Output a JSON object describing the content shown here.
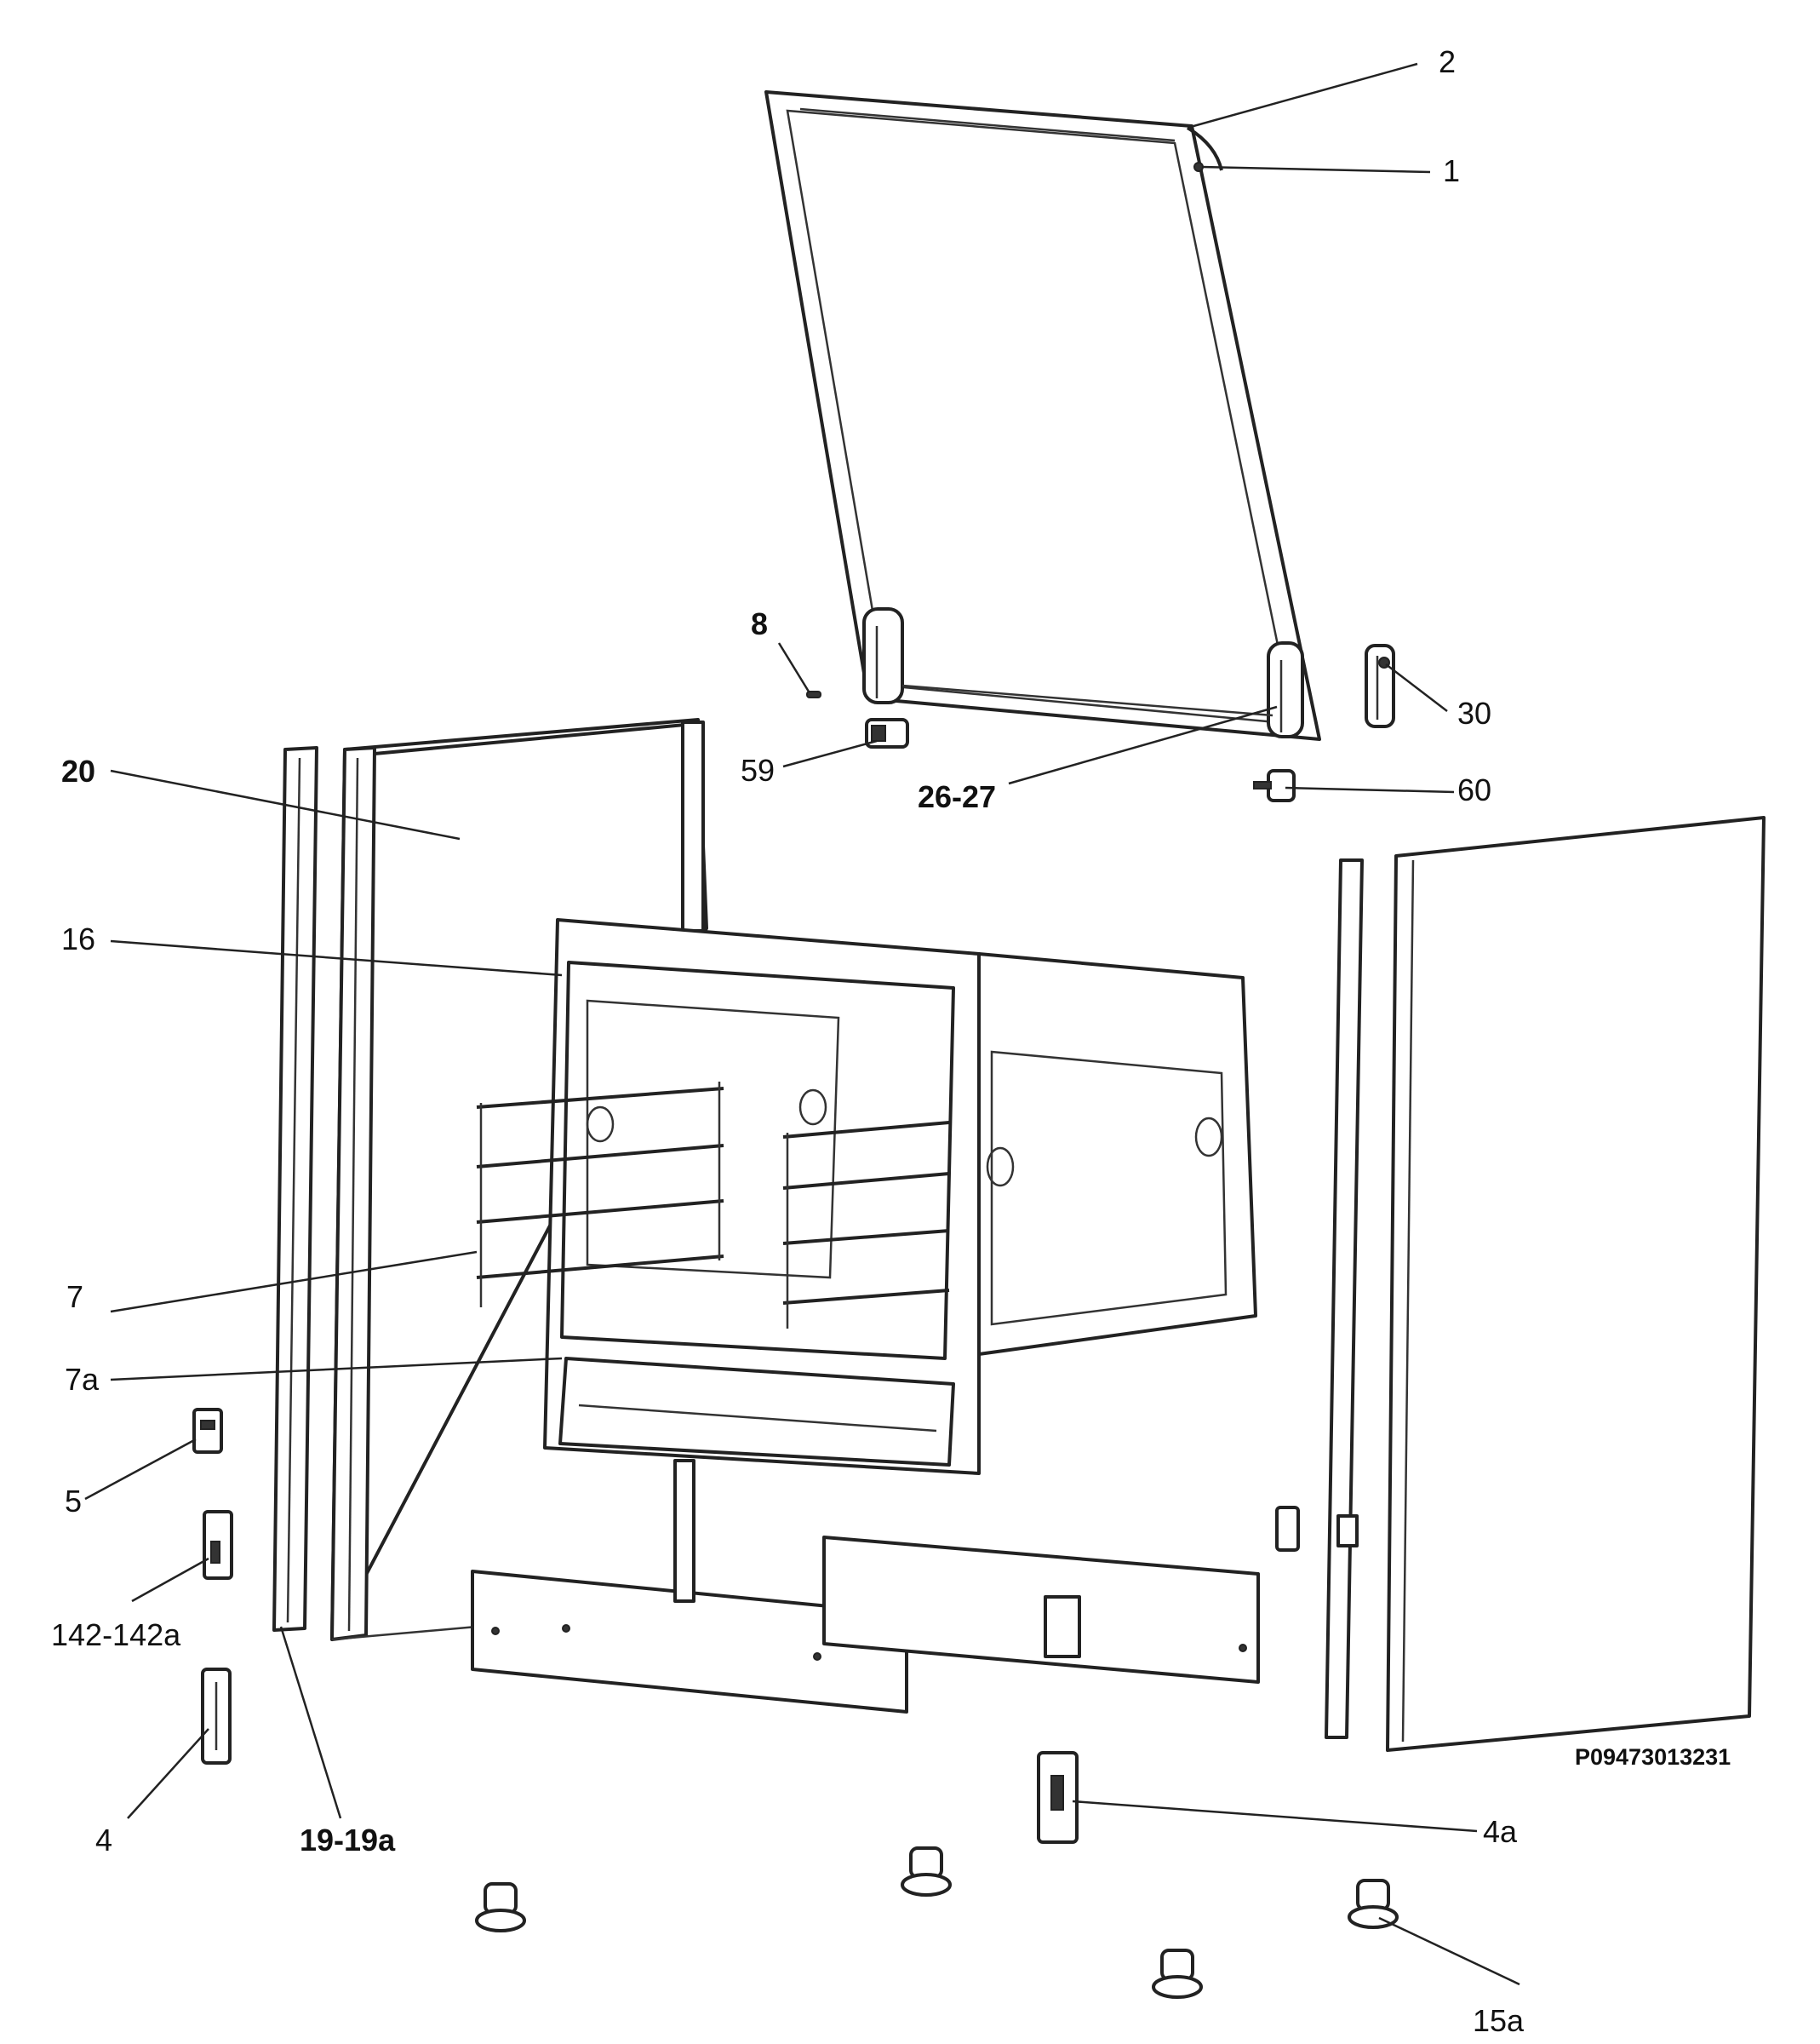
{
  "drawing_code": "P09473013231",
  "callouts": {
    "c2": "2",
    "c1": "1",
    "c8": "8",
    "c30": "30",
    "c59": "59",
    "c26_27": "26-27",
    "c60": "60",
    "c20": "20",
    "c16": "16",
    "c7": "7",
    "c7a": "7a",
    "c5": "5",
    "c142": "142-142a",
    "c4": "4",
    "c19": "19-19a",
    "c4a": "4a",
    "c15a": "15a"
  }
}
